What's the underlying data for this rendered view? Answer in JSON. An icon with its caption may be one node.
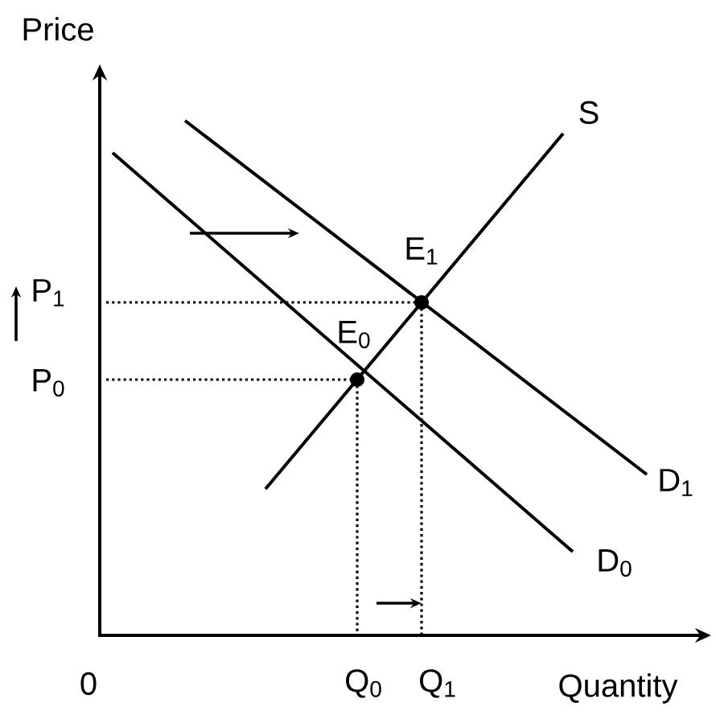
{
  "diagram": {
    "labels": [
      "Price",
      "S",
      "E$_{1}$",
      "P$_{1}$",
      "E$_{0}$",
      "P$_{0}$",
      "D$_{1}$",
      "D$_{0}$",
      "0",
      "Q$_{0}$",
      "Q$_{1}$",
      "Quantity"
    ]
  }
}
